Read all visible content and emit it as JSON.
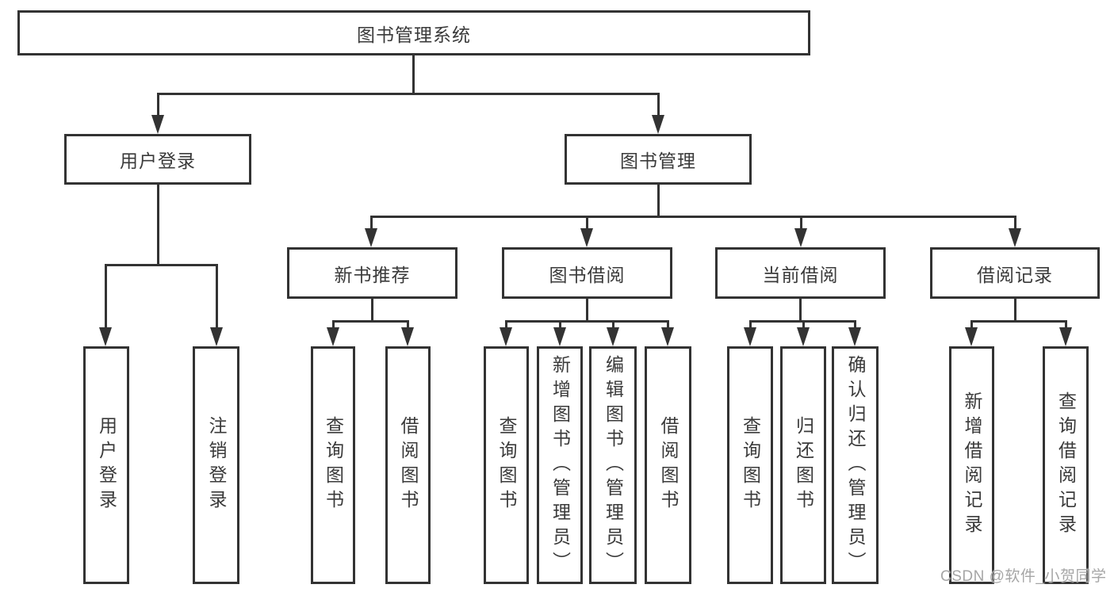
{
  "tree": {
    "root": "图书管理系统",
    "level2": [
      "用户登录",
      "图书管理"
    ],
    "level3": [
      "新书推荐",
      "图书借阅",
      "当前借阅",
      "借阅记录"
    ],
    "leaves": {
      "user_login": [
        "用户登录",
        "注销登录"
      ],
      "new_book_rec": [
        "查询图书",
        "借阅图书"
      ],
      "book_borrow": [
        "查询图书",
        "新增图书（管理员）",
        "编辑图书（管理员）",
        "借阅图书"
      ],
      "current_borrow": [
        "查询图书",
        "归还图书",
        "确认归还（管理员）"
      ],
      "borrow_records": [
        "新增借阅记录",
        "查询借阅记录"
      ]
    }
  },
  "watermark": {
    "text": "CSDN @软件_小贺同学"
  },
  "colors": {
    "line": "#333333",
    "text": "#3a3a3a",
    "background": "#ffffff",
    "watermark": "#a6a6a6"
  }
}
